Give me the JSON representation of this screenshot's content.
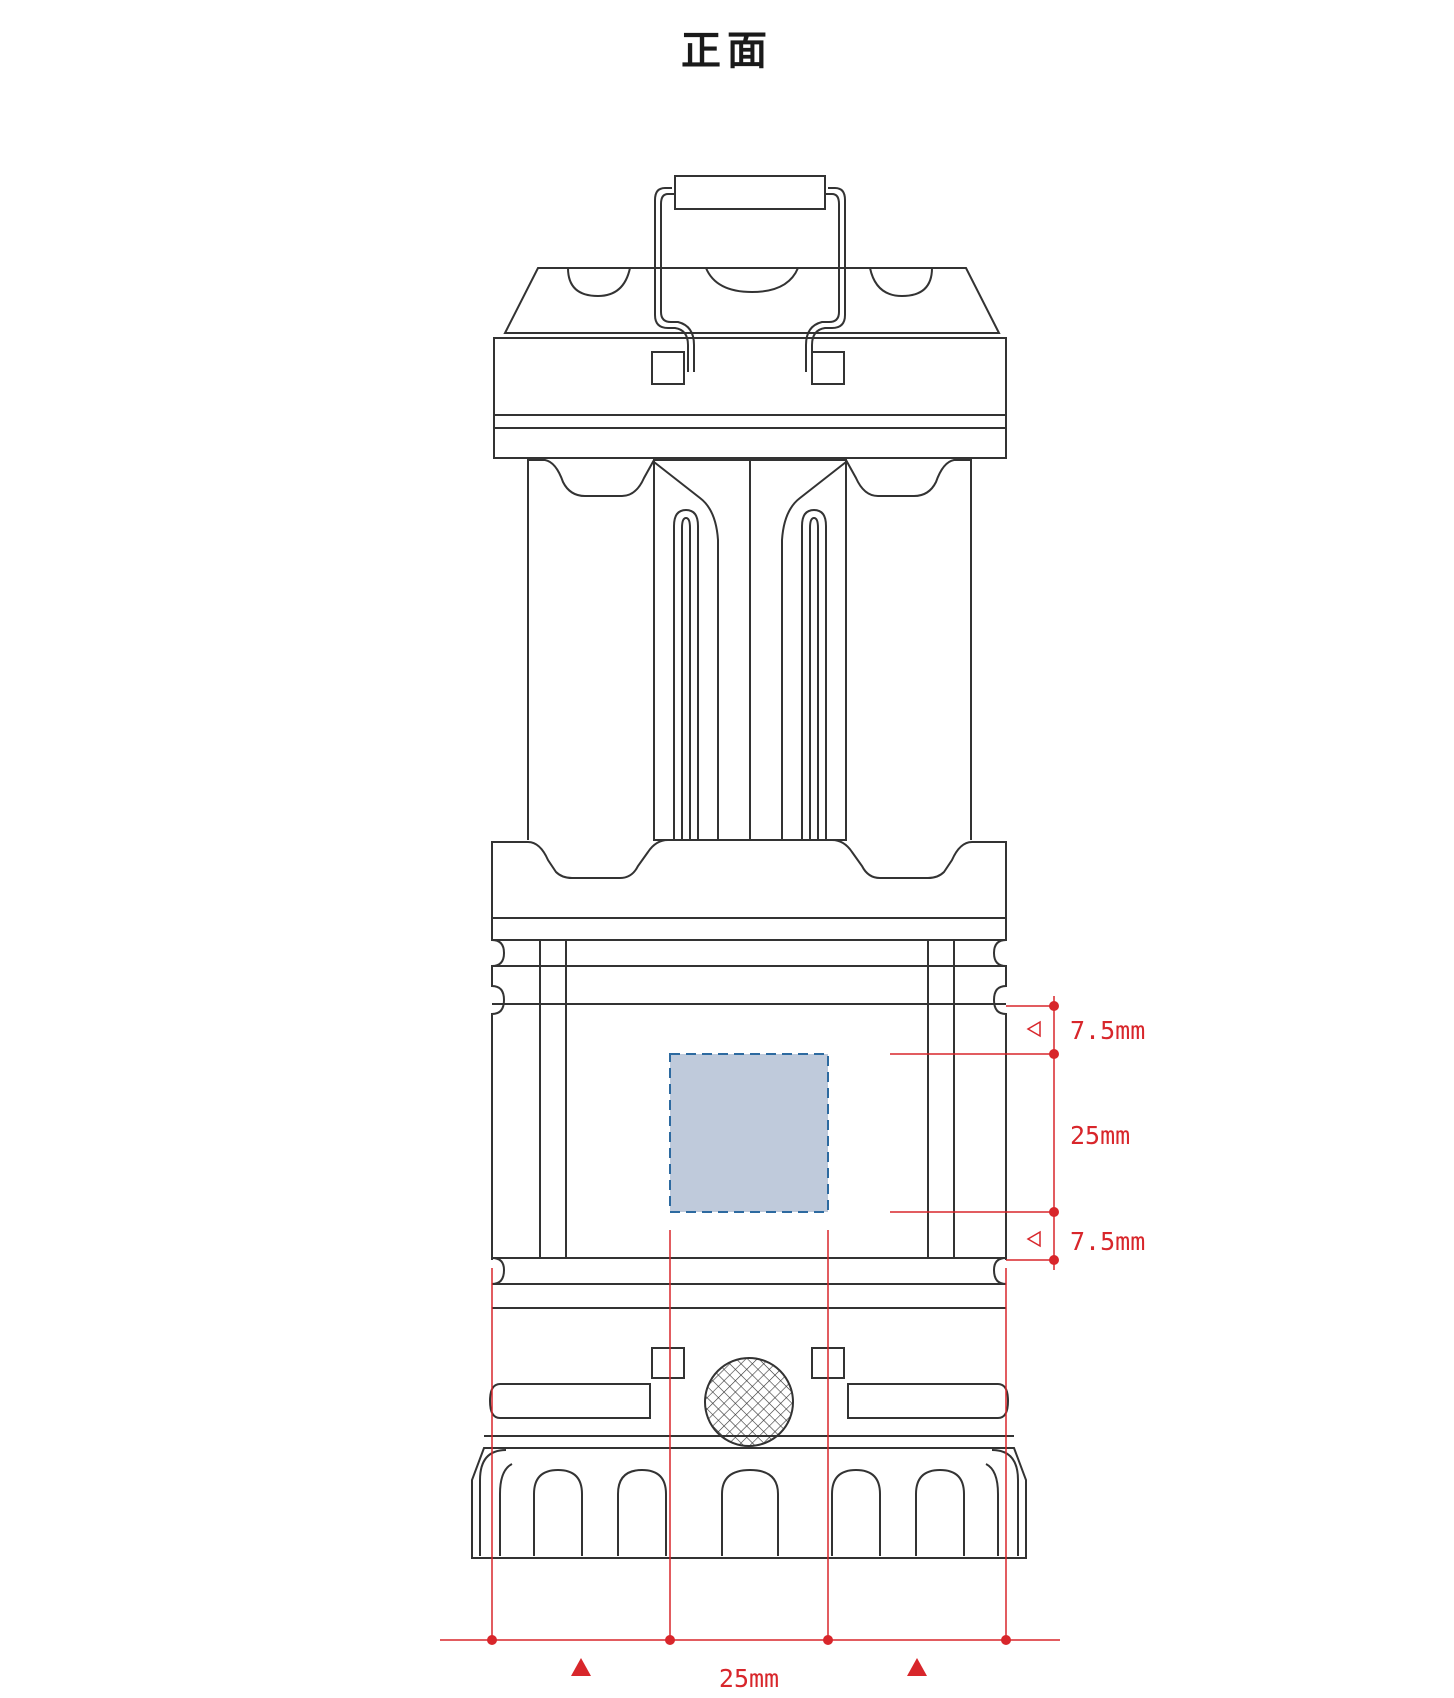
{
  "title": "正面",
  "colors": {
    "outline": "#333333",
    "dimension": "#d8262b",
    "print_area_fill": "#bfcadb",
    "print_area_border": "#2d6aa0"
  },
  "dimensions": {
    "top_margin": "7.5mm",
    "height": "25mm",
    "bottom_margin": "7.5mm",
    "width": "25mm"
  }
}
